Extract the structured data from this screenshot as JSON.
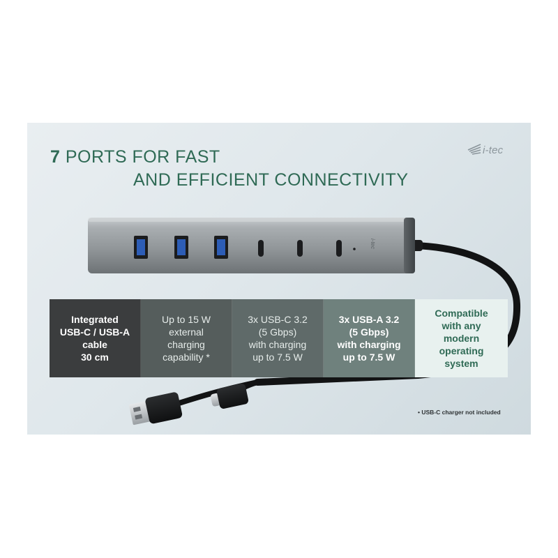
{
  "brand": {
    "logo": "i-tec",
    "logo_icon": "i-tec-logo-mark-icon"
  },
  "headline": {
    "line1_number": "7",
    "line1_text": " PORTS FOR FAST",
    "line2_text": "AND EFFICIENT CONNECTIVITY"
  },
  "product": {
    "hub_logo": "i-tec",
    "ports": [
      "USB-A",
      "USB-A",
      "USB-A",
      "USB-C",
      "USB-C",
      "USB-C"
    ]
  },
  "features": [
    {
      "text": "Integrated\nUSB-C / USB-A\ncable\n30 cm"
    },
    {
      "text": "Up to 15 W\nexternal\ncharging\ncapability *"
    },
    {
      "text": "3x USB-C 3.2\n(5 Gbps)\nwith charging\nup to 7.5 W"
    },
    {
      "text": "3x USB-A 3.2\n(5 Gbps)\nwith charging\nup to 7.5 W"
    },
    {
      "text": "Compatible\nwith any\nmodern\noperating\nsystem"
    }
  ],
  "footnote": "• USB-C charger not included",
  "colors": {
    "accent_green": "#2f6a55",
    "box_dark": "#3b3d3e",
    "box_light": "#e8f1ef",
    "usb3_blue": "#2d5db6"
  }
}
